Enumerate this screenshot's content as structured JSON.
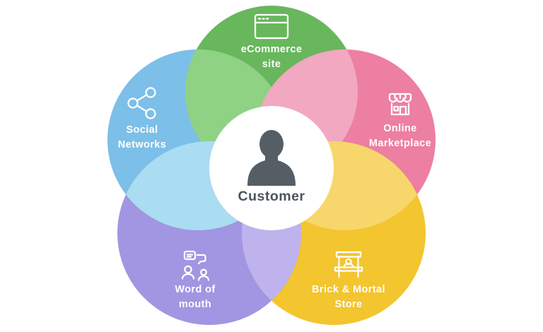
{
  "diagram": {
    "center": {
      "label": "Customer",
      "icon": "person-icon",
      "bg_color": "#ffffff",
      "text_color": "#4b545a",
      "silhouette_color": "#555e64"
    },
    "petals": [
      {
        "id": "ecommerce-site",
        "label_line1": "eCommerce",
        "label_line2": "site",
        "icon": "browser-icon",
        "color": "#68b75c",
        "tint": "#8fd284"
      },
      {
        "id": "online-marketplace",
        "label_line1": "Online",
        "label_line2": "Marketplace",
        "icon": "storefront-icon",
        "color": "#ec7fa2",
        "tint": "#f2a8c0"
      },
      {
        "id": "brick-mortal-store",
        "label_line1": "Brick & Mortal",
        "label_line2": "Store",
        "icon": "market-stall-icon",
        "color": "#f3c52f",
        "tint": "#f7d66b"
      },
      {
        "id": "word-of-mouth",
        "label_line1": "Word of",
        "label_line2": "mouth",
        "icon": "people-chat-icon",
        "color": "#a295e2",
        "tint": "#beb3ec"
      },
      {
        "id": "social-networks",
        "label_line1": "Social",
        "label_line2": "Networks",
        "icon": "share-icon",
        "color": "#7cbfe8",
        "tint": "#aadcf2"
      }
    ]
  }
}
